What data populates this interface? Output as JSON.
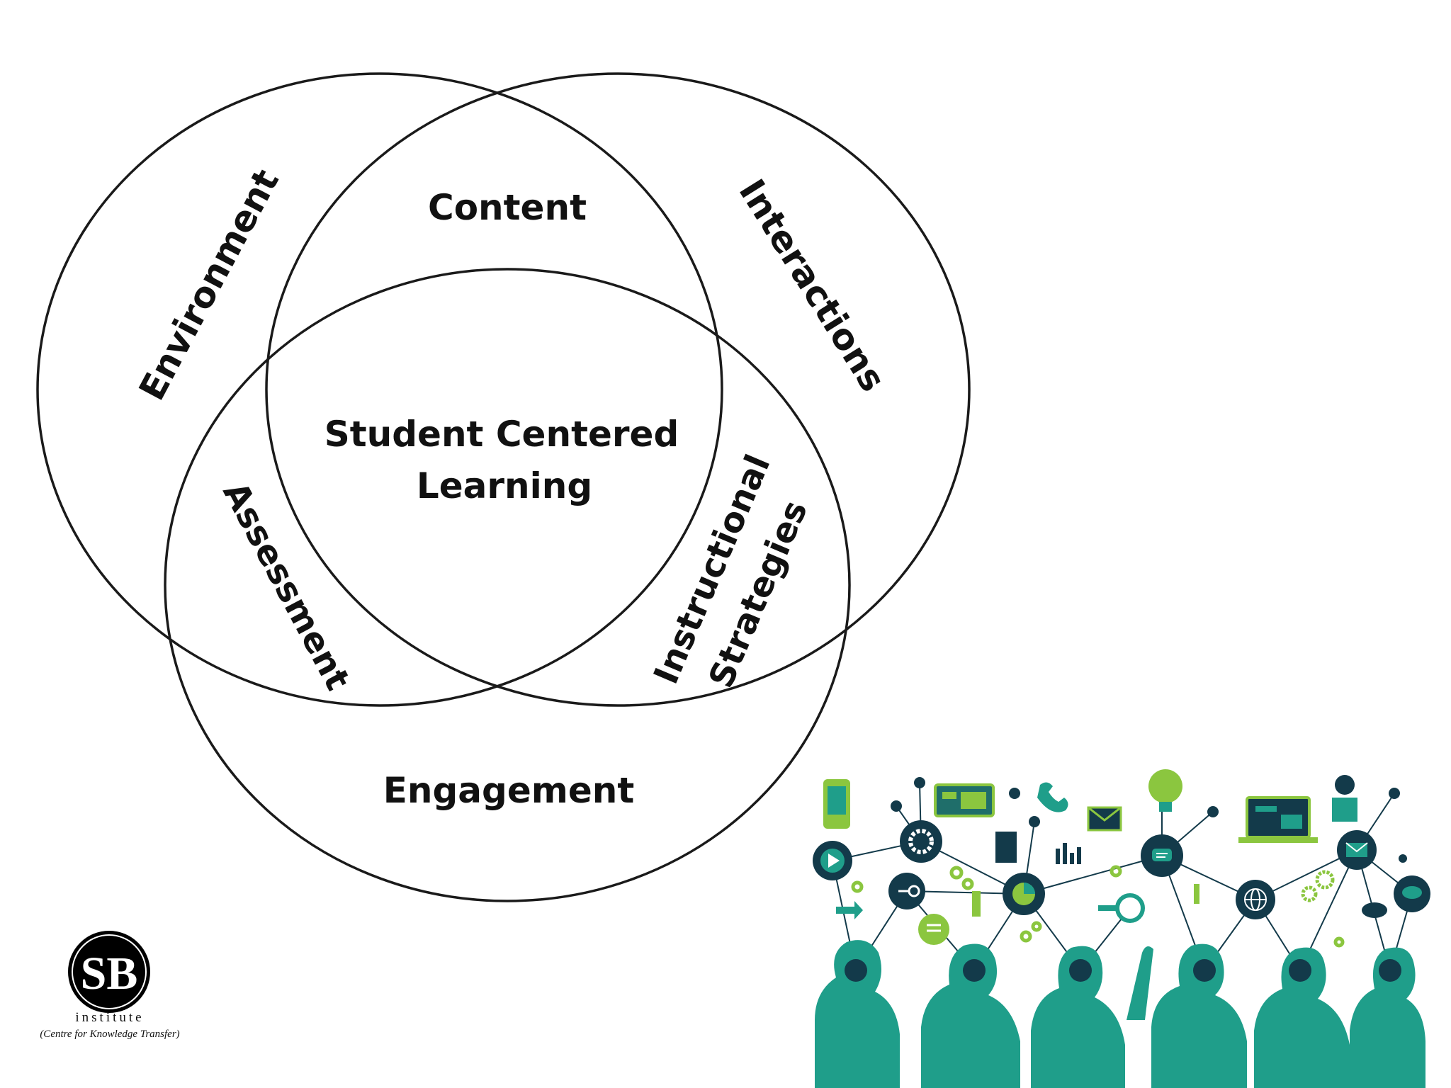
{
  "diagram": {
    "labels": {
      "environment": "Environment",
      "content": "Content",
      "interactions": "Interactions",
      "center_line1": "Student Centered",
      "center_line2": "Learning",
      "assessment": "Assessment",
      "instructional_line1": "Instructional",
      "instructional_line2": "Strategies",
      "engagement": "Engagement"
    },
    "stroke_color": "#1a1a1a"
  },
  "logo": {
    "mark": "SB",
    "word": "institute",
    "tagline": "(Centre for Knowledge Transfer)"
  },
  "illustration": {
    "primary_color": "#1f9e8a",
    "accent_color": "#8bc63f",
    "node_color": "#133a4a",
    "icons": [
      "phone-icon",
      "dashboard-icon",
      "telephone-icon",
      "lightbulb-icon",
      "laptop-icon",
      "person-icon",
      "gear-icon",
      "mail-icon",
      "chart-icon",
      "globe-icon",
      "cloud-icon",
      "chat-icon",
      "play-icon",
      "document-icon",
      "key-icon",
      "pie-chart-icon"
    ]
  }
}
